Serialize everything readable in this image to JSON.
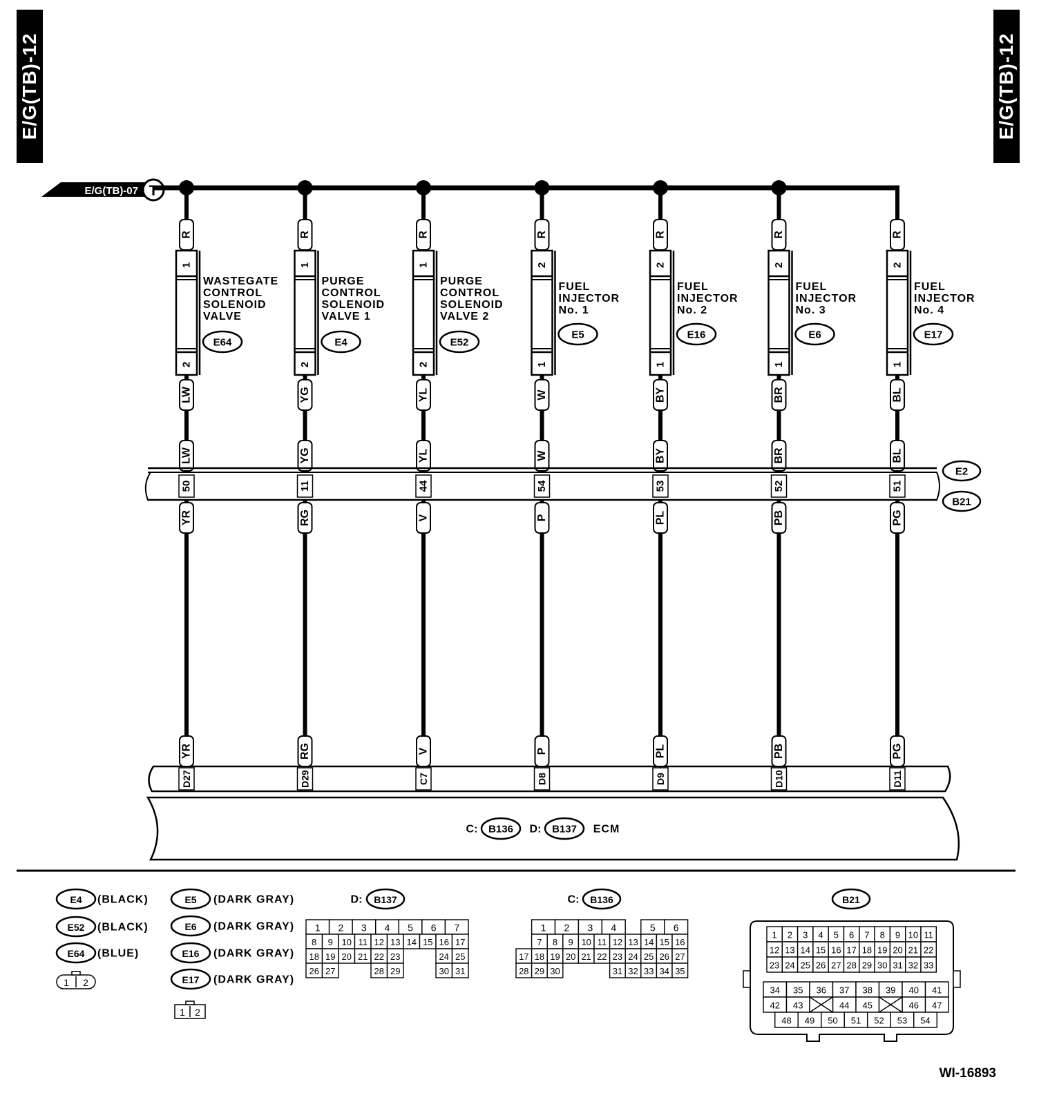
{
  "page": {
    "tag_left": "E/G(TB)-12",
    "tag_right": "E/G(TB)-12",
    "figure_id": "WI-16893"
  },
  "source": {
    "label": "E/G(TB)-07",
    "terminal": "T"
  },
  "components": [
    {
      "name_lines": [
        "WASTEGATE",
        "CONTROL",
        "SOLENOID",
        "VALVE"
      ],
      "connector": "E64",
      "top_pin": "1",
      "bottom_pin": "2",
      "supply_wire": "R",
      "out_wire": "LW",
      "e2_pin": "50",
      "ecm_wire": "YR",
      "ecm_pin": "D27"
    },
    {
      "name_lines": [
        "PURGE",
        "CONTROL",
        "SOLENOID",
        "VALVE 1"
      ],
      "connector": "E4",
      "top_pin": "1",
      "bottom_pin": "2",
      "supply_wire": "R",
      "out_wire": "YG",
      "e2_pin": "11",
      "ecm_wire": "RG",
      "ecm_pin": "D29"
    },
    {
      "name_lines": [
        "PURGE",
        "CONTROL",
        "SOLENOID",
        "VALVE 2"
      ],
      "connector": "E52",
      "top_pin": "1",
      "bottom_pin": "2",
      "supply_wire": "R",
      "out_wire": "YL",
      "e2_pin": "44",
      "ecm_wire": "V",
      "ecm_pin": "C7"
    },
    {
      "name_lines": [
        "FUEL",
        "INJECTOR",
        "No. 1"
      ],
      "connector": "E5",
      "top_pin": "2",
      "bottom_pin": "1",
      "supply_wire": "R",
      "out_wire": "W",
      "e2_pin": "54",
      "ecm_wire": "P",
      "ecm_pin": "D8"
    },
    {
      "name_lines": [
        "FUEL",
        "INJECTOR",
        "No. 2"
      ],
      "connector": "E16",
      "top_pin": "2",
      "bottom_pin": "1",
      "supply_wire": "R",
      "out_wire": "BY",
      "e2_pin": "53",
      "ecm_wire": "PL",
      "ecm_pin": "D9"
    },
    {
      "name_lines": [
        "FUEL",
        "INJECTOR",
        "No. 3"
      ],
      "connector": "E6",
      "top_pin": "2",
      "bottom_pin": "1",
      "supply_wire": "R",
      "out_wire": "BR",
      "e2_pin": "52",
      "ecm_wire": "PB",
      "ecm_pin": "D10"
    },
    {
      "name_lines": [
        "FUEL",
        "INJECTOR",
        "No. 4"
      ],
      "connector": "E17",
      "top_pin": "2",
      "bottom_pin": "1",
      "supply_wire": "R",
      "out_wire": "BL",
      "e2_pin": "51",
      "ecm_wire": "PG",
      "ecm_pin": "D11"
    }
  ],
  "junction_connectors": [
    "E2",
    "B21"
  ],
  "ecm": {
    "label": "ECM",
    "c_prefix": "C:",
    "c_connector": "B136",
    "d_prefix": "D:",
    "d_connector": "B137"
  },
  "legend": {
    "group1": [
      {
        "connector": "E4",
        "color": "(BLACK)"
      },
      {
        "connector": "E52",
        "color": "(BLACK)"
      },
      {
        "connector": "E64",
        "color": "(BLUE)"
      }
    ],
    "group1_pins": [
      "1",
      "2"
    ],
    "group2": [
      {
        "connector": "E5",
        "color": "(DARK GRAY)"
      },
      {
        "connector": "E6",
        "color": "(DARK GRAY)"
      },
      {
        "connector": "E16",
        "color": "(DARK GRAY)"
      },
      {
        "connector": "E17",
        "color": "(DARK GRAY)"
      }
    ],
    "group2_pins": [
      "1",
      "2"
    ],
    "b137": {
      "prefix": "D:",
      "connector": "B137",
      "rows": [
        [
          "1",
          "2",
          "3",
          "4",
          "5",
          "6",
          "7"
        ],
        [
          "8",
          "9",
          "10",
          "11",
          "12",
          "13",
          "14",
          "15",
          "16",
          "17"
        ],
        [
          "18",
          "19",
          "20",
          "21",
          "22",
          "23",
          "24",
          "25"
        ],
        [
          "26",
          "27",
          "28",
          "29",
          "30",
          "31"
        ]
      ]
    },
    "b136": {
      "prefix": "C:",
      "connector": "B136",
      "rows": [
        [
          "1",
          "2",
          "3",
          "4",
          "5",
          "6"
        ],
        [
          "7",
          "8",
          "9",
          "10",
          "11",
          "12",
          "13",
          "14",
          "15",
          "16"
        ],
        [
          "17",
          "18",
          "19",
          "20",
          "21",
          "22",
          "23",
          "24",
          "25",
          "26",
          "27"
        ],
        [
          "28",
          "29",
          "30",
          "31",
          "32",
          "33",
          "34",
          "35"
        ]
      ]
    },
    "b21": {
      "connector": "B21",
      "rows": [
        [
          "1",
          "2",
          "3",
          "4",
          "5",
          "6",
          "7",
          "8",
          "9",
          "10",
          "11"
        ],
        [
          "12",
          "13",
          "14",
          "15",
          "16",
          "17",
          "18",
          "19",
          "20",
          "21",
          "22"
        ],
        [
          "23",
          "24",
          "25",
          "26",
          "27",
          "28",
          "29",
          "30",
          "31",
          "32",
          "33"
        ],
        [
          "34",
          "35",
          "36",
          "37",
          "38",
          "39",
          "40",
          "41"
        ],
        [
          "42",
          "43",
          "44",
          "45",
          "46",
          "47"
        ],
        [
          "48",
          "49",
          "50",
          "51",
          "52",
          "53",
          "54"
        ]
      ]
    }
  }
}
